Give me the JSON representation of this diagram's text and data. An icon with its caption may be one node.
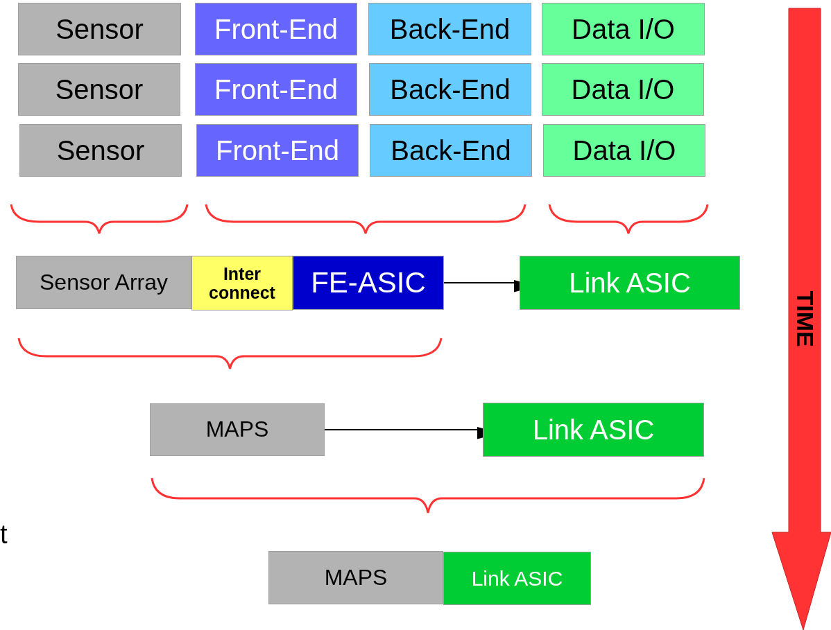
{
  "diagram": {
    "nodes": [
      {
        "text": [
          "Sensor"
        ]
      },
      {
        "text": [
          "Front-End"
        ]
      },
      {
        "text": [
          "Back-End"
        ]
      },
      {
        "text": [
          "Data I/O"
        ]
      },
      {
        "text": [
          "Sensor"
        ]
      },
      {
        "text": [
          "Front-End"
        ]
      },
      {
        "text": [
          "Back-End"
        ]
      },
      {
        "text": [
          "Data I/O"
        ]
      },
      {
        "text": [
          "Sensor"
        ]
      },
      {
        "text": [
          "Front-End"
        ]
      },
      {
        "text": [
          "Back-End"
        ]
      },
      {
        "text": [
          "Data I/O"
        ]
      },
      {
        "text": [
          "Sensor Array"
        ]
      },
      {
        "text": [
          "Inter connect"
        ]
      },
      {
        "text": [
          "FE-ASIC"
        ]
      },
      {
        "text": [
          "Link ASIC"
        ]
      },
      {
        "text": [
          "MAPS"
        ]
      },
      {
        "text": [
          "Link ASIC"
        ]
      },
      {
        "text": [
          "MAPS"
        ]
      },
      {
        "text": [
          "Link ASIC"
        ]
      }
    ],
    "edges": [
      {
        "from": 14,
        "to": 15,
        "arrow": "to"
      },
      {
        "from": 16,
        "to": 17,
        "arrow": "to"
      }
    ],
    "labels": [
      "TIME",
      "t"
    ]
  }
}
